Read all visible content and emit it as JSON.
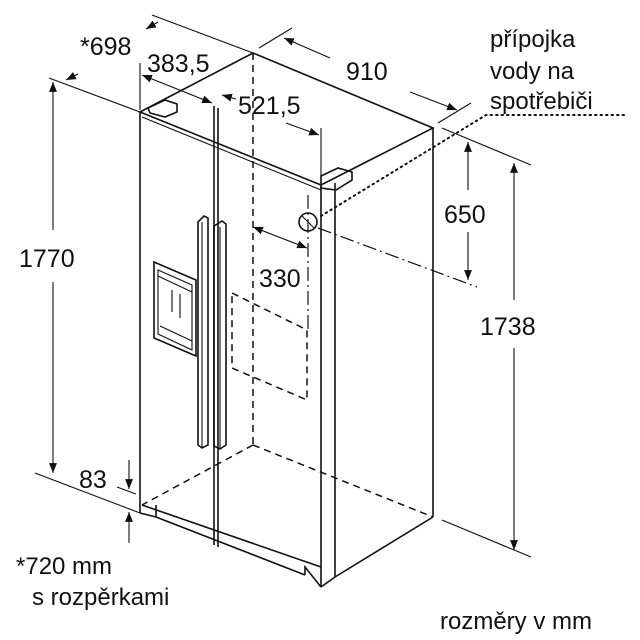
{
  "dimensions": {
    "depth_with_spacers": "*698",
    "door_offset": "383,5",
    "water_offset": "521,5",
    "width": "910",
    "water_height": "650",
    "water_side": "330",
    "height_total": "1770",
    "height_body": "1738",
    "plinth": "83"
  },
  "notes": {
    "water_connection": [
      "přípojka",
      "vody na",
      "spotřebiči"
    ],
    "spacer_note": [
      "*720 mm",
      "s rozpěrkami"
    ],
    "units": "rozměry v mm"
  }
}
